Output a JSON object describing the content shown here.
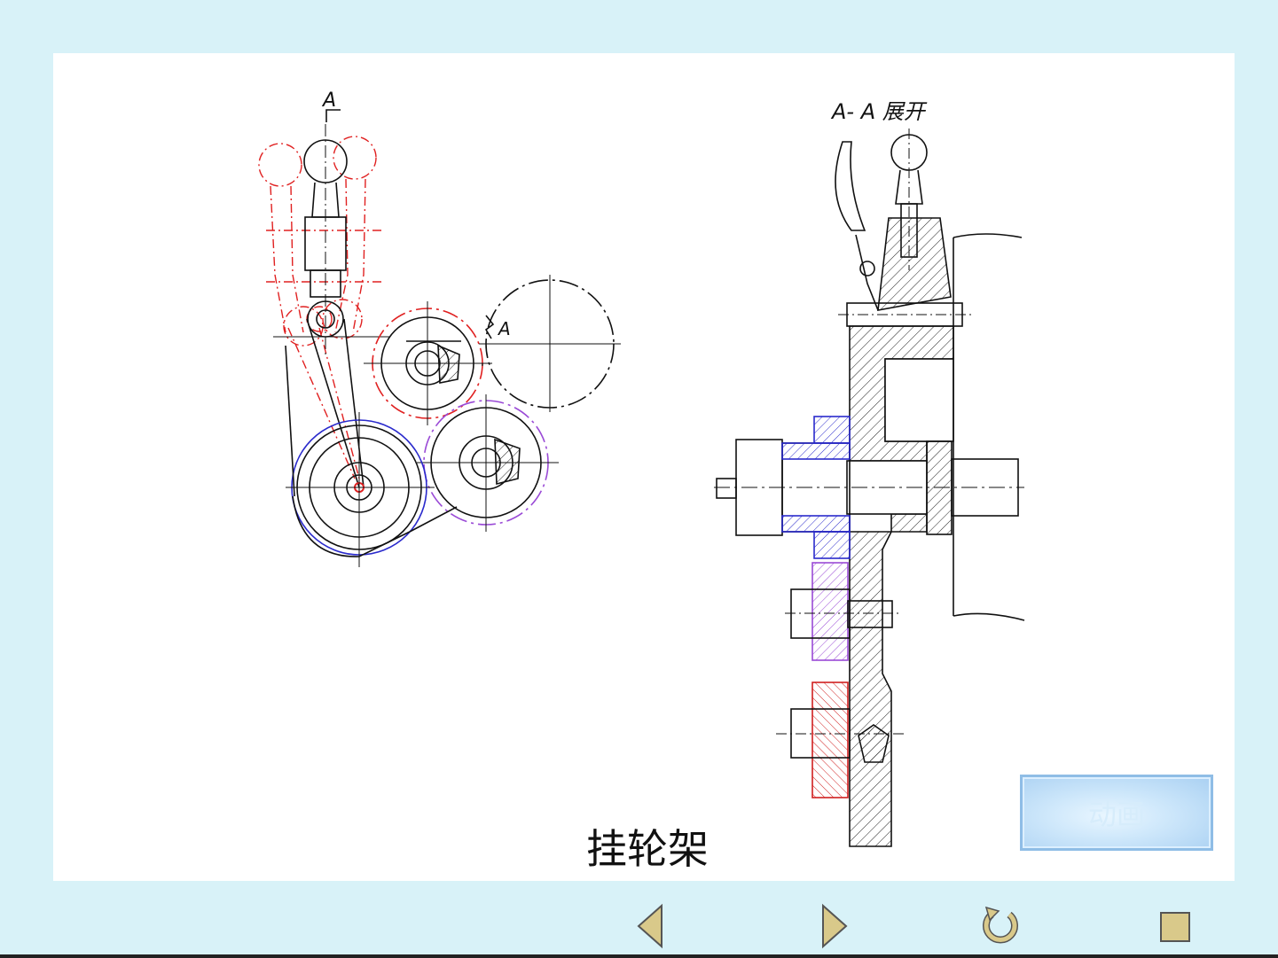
{
  "drawing": {
    "section_marker": "A",
    "cut_label": "A",
    "section_title": "A- A 展开"
  },
  "caption": "挂轮架",
  "animation_button": "动画",
  "nav": {
    "prev": "previous-slide",
    "next": "next-slide",
    "replay": "replay",
    "stop": "stop"
  },
  "colors": {
    "background": "#d8f2f8",
    "gear_red": "#e02020",
    "gear_blue": "#2a2acc",
    "gear_purple": "#9a4ad6"
  }
}
